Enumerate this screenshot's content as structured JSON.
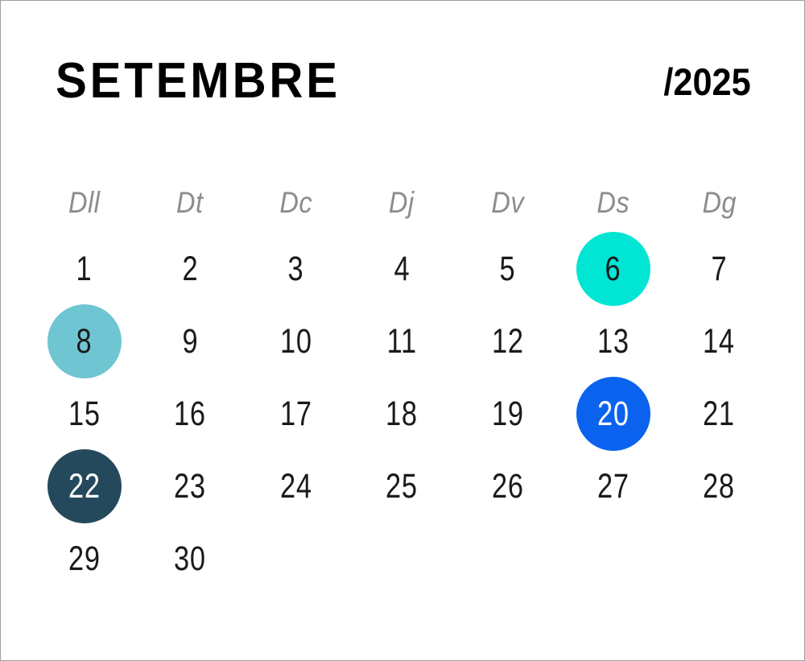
{
  "header": {
    "month": "SETEMBRE",
    "year": "/2025"
  },
  "weekdays": [
    {
      "label": "Dll"
    },
    {
      "label": "Dt"
    },
    {
      "label": "Dc"
    },
    {
      "label": "Dj"
    },
    {
      "label": "Dv"
    },
    {
      "label": "Ds"
    },
    {
      "label": "Dg"
    }
  ],
  "colors": {
    "page_background": "#ffffff",
    "page_border": "#9e9e9e",
    "title_text": "#000000",
    "weekday_text": "#8c8c8c",
    "day_text": "#1a1a1a",
    "day_text_light": "#ffffff",
    "marker_cyan": "#00e5d4",
    "marker_teal": "#70c5d2",
    "marker_blue": "#0a62ef",
    "marker_slate": "#25495c"
  },
  "weeks": [
    {
      "days": [
        {
          "num": "1",
          "marker": "",
          "text_light": false
        },
        {
          "num": "2",
          "marker": "",
          "text_light": false
        },
        {
          "num": "3",
          "marker": "",
          "text_light": false
        },
        {
          "num": "4",
          "marker": "",
          "text_light": false
        },
        {
          "num": "5",
          "marker": "",
          "text_light": false
        },
        {
          "num": "6",
          "marker": "#00e5d4",
          "text_light": false
        },
        {
          "num": "7",
          "marker": "",
          "text_light": false
        }
      ]
    },
    {
      "days": [
        {
          "num": "8",
          "marker": "#70c5d2",
          "text_light": false
        },
        {
          "num": "9",
          "marker": "",
          "text_light": false
        },
        {
          "num": "10",
          "marker": "",
          "text_light": false
        },
        {
          "num": "11",
          "marker": "",
          "text_light": false
        },
        {
          "num": "12",
          "marker": "",
          "text_light": false
        },
        {
          "num": "13",
          "marker": "",
          "text_light": false
        },
        {
          "num": "14",
          "marker": "",
          "text_light": false
        }
      ]
    },
    {
      "days": [
        {
          "num": "15",
          "marker": "",
          "text_light": false
        },
        {
          "num": "16",
          "marker": "",
          "text_light": false
        },
        {
          "num": "17",
          "marker": "",
          "text_light": false
        },
        {
          "num": "18",
          "marker": "",
          "text_light": false
        },
        {
          "num": "19",
          "marker": "",
          "text_light": false
        },
        {
          "num": "20",
          "marker": "#0a62ef",
          "text_light": true
        },
        {
          "num": "21",
          "marker": "",
          "text_light": false
        }
      ]
    },
    {
      "days": [
        {
          "num": "22",
          "marker": "#25495c",
          "text_light": true
        },
        {
          "num": "23",
          "marker": "",
          "text_light": false
        },
        {
          "num": "24",
          "marker": "",
          "text_light": false
        },
        {
          "num": "25",
          "marker": "",
          "text_light": false
        },
        {
          "num": "26",
          "marker": "",
          "text_light": false
        },
        {
          "num": "27",
          "marker": "",
          "text_light": false
        },
        {
          "num": "28",
          "marker": "",
          "text_light": false
        }
      ]
    },
    {
      "days": [
        {
          "num": "29",
          "marker": "",
          "text_light": false
        },
        {
          "num": "30",
          "marker": "",
          "text_light": false
        },
        {
          "num": "",
          "marker": "",
          "text_light": false
        },
        {
          "num": "",
          "marker": "",
          "text_light": false
        },
        {
          "num": "",
          "marker": "",
          "text_light": false
        },
        {
          "num": "",
          "marker": "",
          "text_light": false
        },
        {
          "num": "",
          "marker": "",
          "text_light": false
        }
      ]
    }
  ]
}
